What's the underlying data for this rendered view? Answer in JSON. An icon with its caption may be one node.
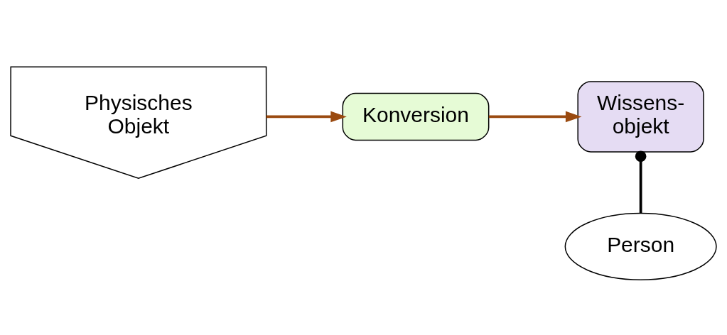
{
  "diagram": {
    "nodes": [
      {
        "text": [
          "Physisches Objekt"
        ]
      },
      {
        "text": [
          "Konversion"
        ]
      },
      {
        "text": [
          "Wissens- objekt"
        ]
      },
      {
        "text": [
          "Person"
        ]
      }
    ],
    "edges": [
      {
        "from": 0,
        "to": 1,
        "arrow": "to"
      },
      {
        "from": 1,
        "to": 2,
        "arrow": "to"
      },
      {
        "from": 2,
        "to": 3,
        "arrow": "other",
        "color": "#000000"
      }
    ]
  }
}
